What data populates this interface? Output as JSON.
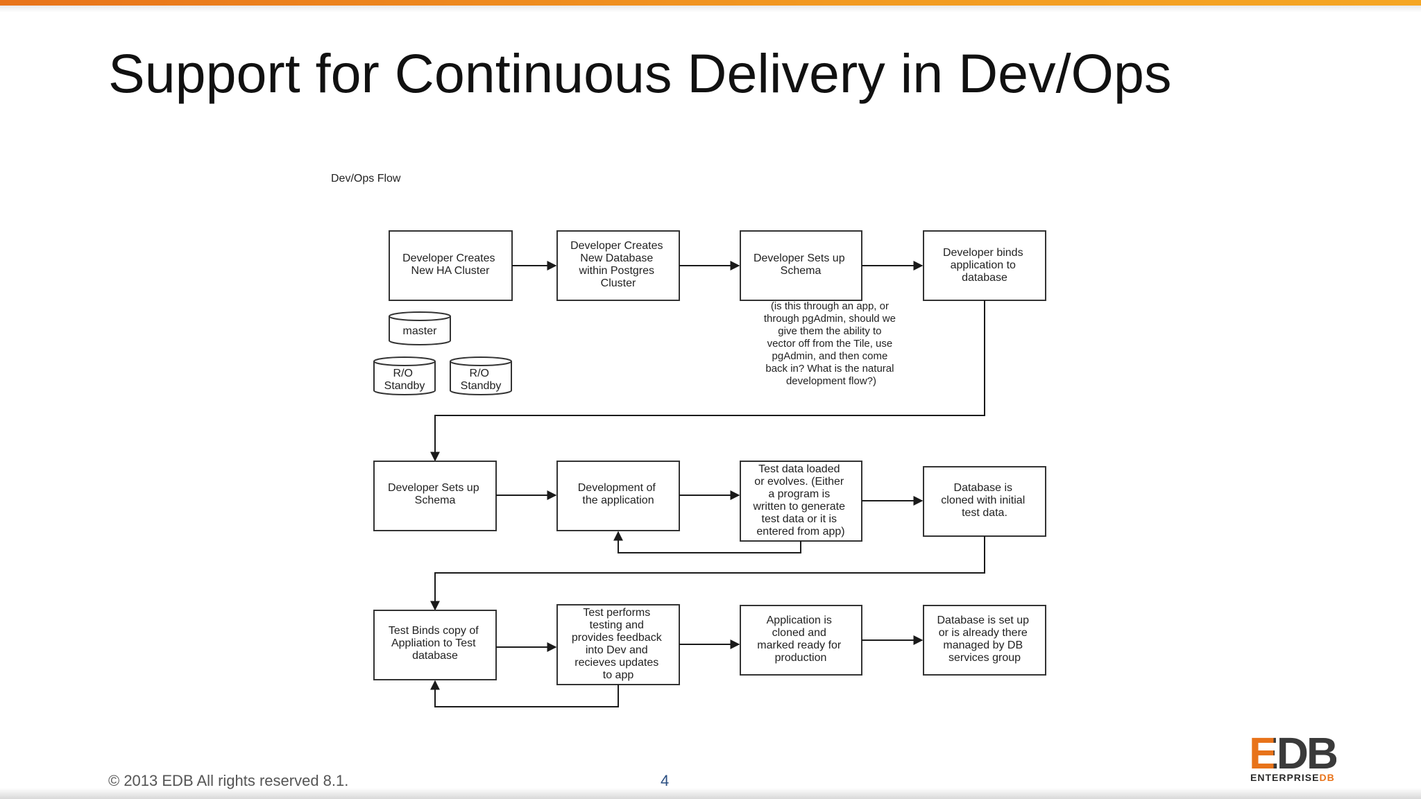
{
  "slide": {
    "title": "Support for Continuous Delivery in Dev/Ops",
    "page_number": "4",
    "copyright": "© 2013 EDB All rights reserved 8.1."
  },
  "logo": {
    "text": "EDB",
    "subtext_main": "ENTERPRISE",
    "subtext_accent": "DB",
    "colors": {
      "orange": "#e8731a",
      "dark": "#3a3a3a"
    }
  },
  "diagram": {
    "caption": "Dev/Ops Flow",
    "boxes": {
      "create_cluster": [
        "Developer Creates",
        "New HA Cluster"
      ],
      "create_database": [
        "Developer Creates",
        "New Database",
        "within Postgres",
        "Cluster"
      ],
      "setup_schema_1": [
        "Developer Sets up",
        "Schema"
      ],
      "bind_app": [
        "Developer binds",
        "application to",
        "database"
      ],
      "setup_schema_2": [
        "Developer Sets up",
        "Schema"
      ],
      "develop_app": [
        "Development of",
        "the application"
      ],
      "test_data": [
        "Test data loaded",
        "or evolves. (Either",
        "a program is",
        "written to generate",
        "test data or it is",
        "entered from app)"
      ],
      "clone_db": [
        "Database is",
        "cloned with initial",
        "test data."
      ],
      "test_binds": [
        "Test Binds copy of",
        "Appliation to Test",
        "database"
      ],
      "test_feedback": [
        "Test performs",
        "testing and",
        "provides feedback",
        "into Dev and",
        "recieves updates",
        "to app"
      ],
      "app_cloned": [
        "Application is",
        "cloned and",
        "marked ready for",
        "production"
      ],
      "db_setup": [
        "Database is set up",
        "or is already there",
        "managed by DB",
        "services group"
      ]
    },
    "note": [
      "(is this through an app, or",
      "through pgAdmin, should we",
      "give them the ability to",
      "vector off from the Tile, use",
      "pgAdmin, and then come",
      "back in? What is the natural",
      "development flow?)"
    ],
    "cylinders": {
      "master": "master",
      "standby_1": [
        "R/O",
        "Standby"
      ],
      "standby_2": [
        "R/O",
        "Standby"
      ]
    }
  }
}
